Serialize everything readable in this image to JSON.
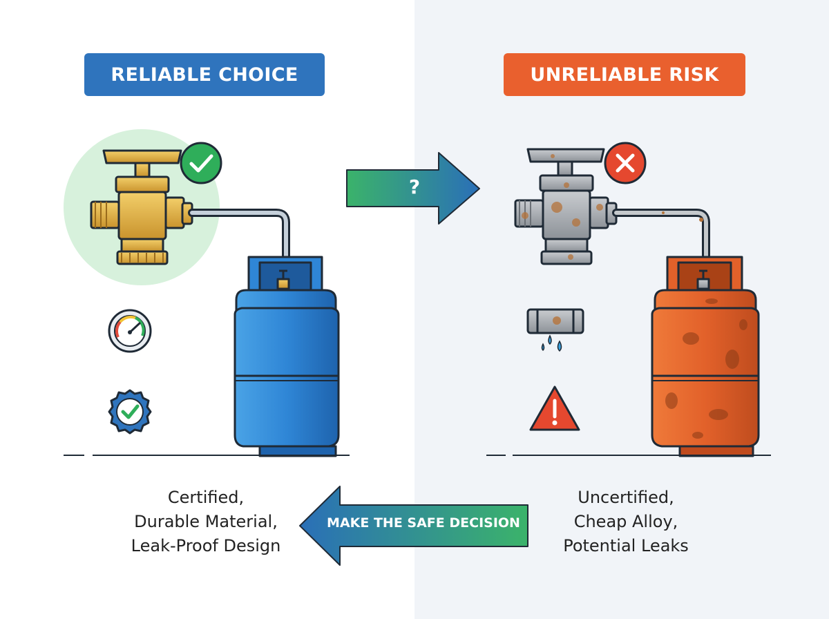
{
  "left": {
    "title": "RELIABLE CHOICE",
    "caption": [
      "Certified,",
      "Durable Material,",
      "Leak-Proof Design"
    ],
    "color": "#2f74bd",
    "icons": [
      "brass-valve-icon",
      "check-circle-icon",
      "pressure-gauge-icon",
      "certified-seal-icon",
      "blue-gas-cylinder-icon"
    ]
  },
  "right": {
    "title": "UNRELIABLE RISK",
    "caption": [
      "Uncertified,",
      "Cheap Alloy,",
      "Potential Leaks"
    ],
    "color": "#e9602e",
    "icons": [
      "rusty-valve-icon",
      "cross-circle-icon",
      "leaking-pipe-icon",
      "warning-triangle-icon",
      "rusty-gas-cylinder-icon"
    ]
  },
  "arrows": {
    "top_label": "?",
    "bottom_label": "MAKE THE SAFE DECISION"
  }
}
